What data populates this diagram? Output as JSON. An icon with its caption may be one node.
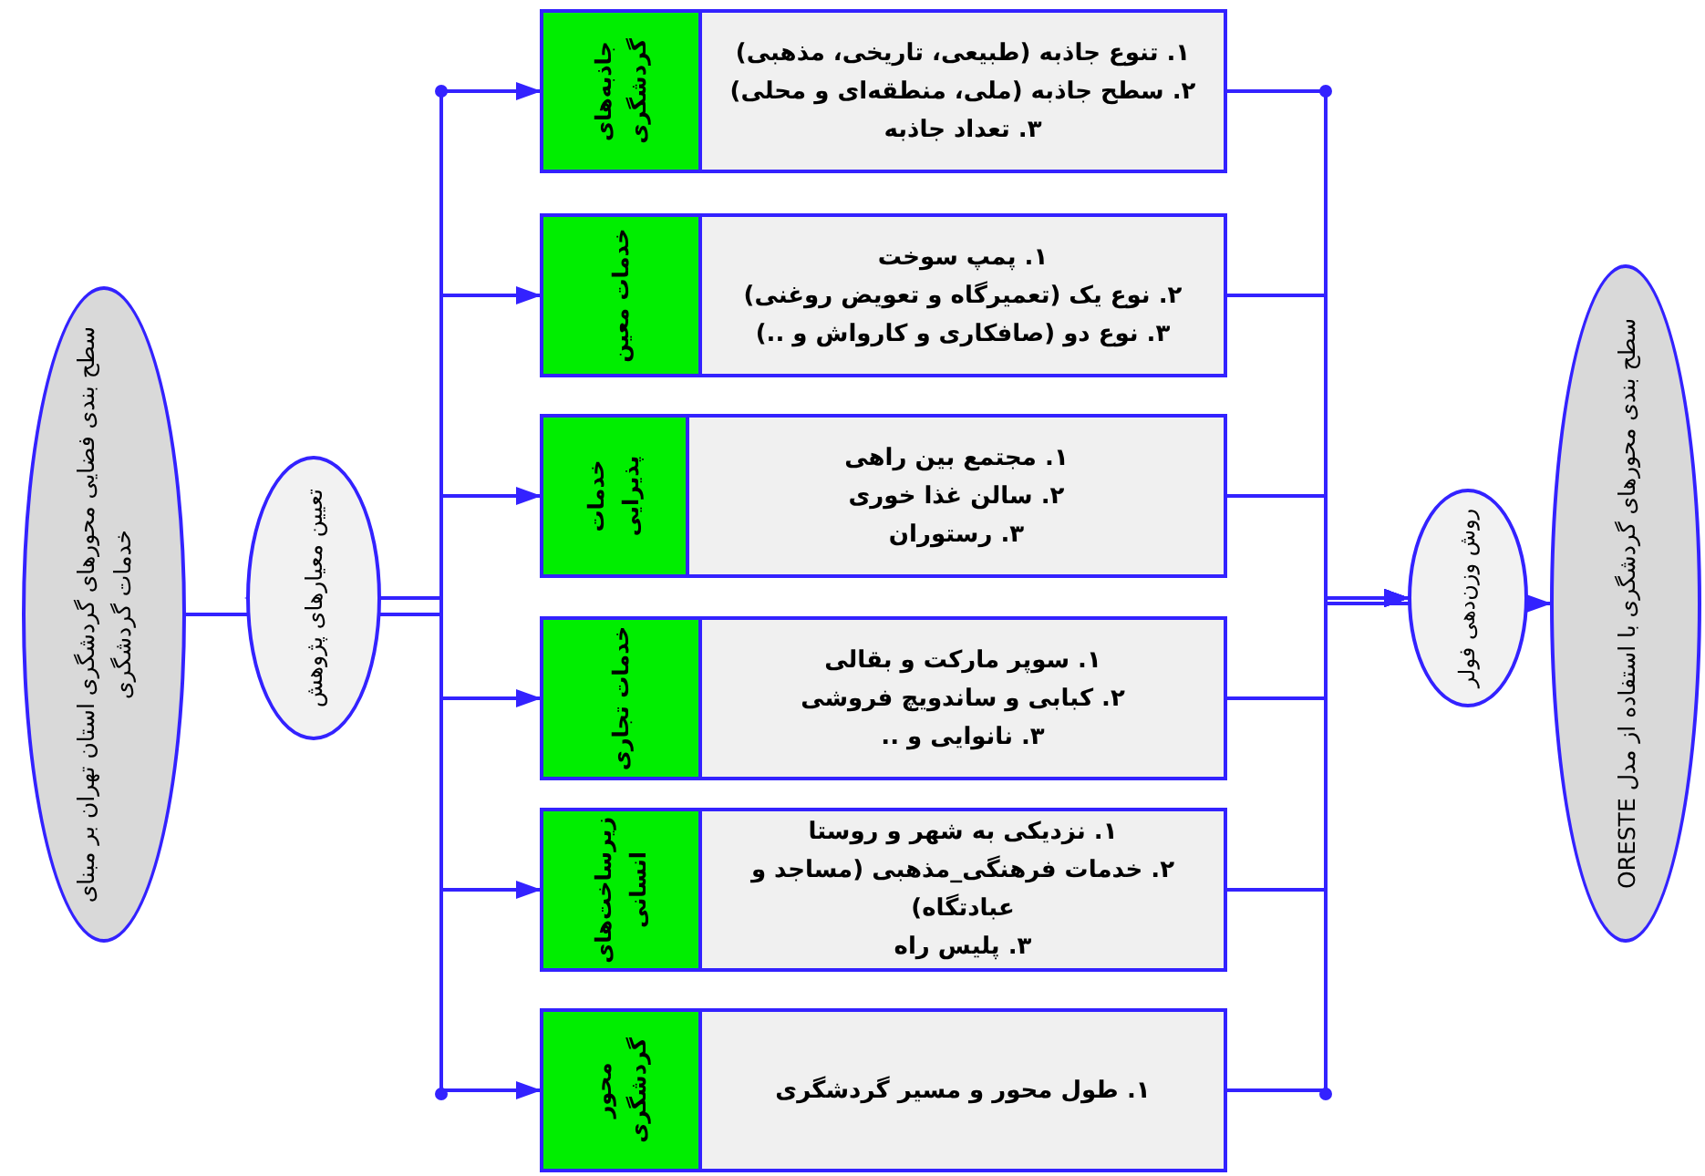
{
  "diagram": {
    "nodes": [
      {
        "text": [
          "سطح بندی فضایی محورهای گردشگری استان تهران بر مبنای خدمات گردشگری"
        ]
      },
      {
        "text": [
          "تعیین معیارهای پژوهش"
        ]
      },
      {
        "text": [
          "جاذبه‌های گردشگری"
        ]
      },
      {
        "text": [
          "۱. تنوع جاذبه (طبیعی، تاریخی، مذهبی)",
          "۲. سطح جاذبه (ملی، منطقه‌ای و محلی)",
          "۳. تعداد جاذبه"
        ]
      },
      {
        "text": [
          "خدمات معین"
        ]
      },
      {
        "text": [
          "۱. پمپ سوخت",
          "۲. نوع یک (تعمیرگاه و تعویض روغنی)",
          "۳. نوع دو (صافکاری و کارواش و ..)"
        ]
      },
      {
        "text": [
          "خدمات پذیرایی"
        ]
      },
      {
        "text": [
          "۱. مجتمع بین راهی",
          "۲. سالن غذا خوری",
          "۳. رستوران"
        ]
      },
      {
        "text": [
          "خدمات تجاری"
        ]
      },
      {
        "text": [
          "۱. سوپر مارکت و بقالی",
          "۲. کبابی و ساندویچ فروشی",
          "۳. نانوایی و .."
        ]
      },
      {
        "text": [
          "زیرساخت‌های انسانی"
        ]
      },
      {
        "text": [
          "۱. نزدیکی به شهر و روستا",
          "۲. خدمات فرهنگی_مذهبی (مساجد و عبادتگاه)",
          "۳. پلیس راه"
        ]
      },
      {
        "text": [
          "محور گردشگری"
        ]
      },
      {
        "text": [
          "۱. طول محور و مسیر گردشگری"
        ]
      },
      {
        "text": [
          "روش وزن‌دهی فولر"
        ]
      },
      {
        "text": [
          "سطح بندی محورهای گردشگری با استفاده از مدل ORESTE"
        ]
      }
    ],
    "edges": [
      {
        "from": 0,
        "to": 1,
        "arrow": "to"
      },
      {
        "from": 1,
        "to": 2,
        "arrow": "to"
      },
      {
        "from": 1,
        "to": 4,
        "arrow": "to"
      },
      {
        "from": 1,
        "to": 6,
        "arrow": "to"
      },
      {
        "from": 1,
        "to": 8,
        "arrow": "to"
      },
      {
        "from": 1,
        "to": 10,
        "arrow": "to"
      },
      {
        "from": 1,
        "to": 12,
        "arrow": "to"
      },
      {
        "from": 3,
        "to": 14,
        "arrow": "to"
      },
      {
        "from": 5,
        "to": 14,
        "arrow": "to"
      },
      {
        "from": 7,
        "to": 14,
        "arrow": "to"
      },
      {
        "from": 9,
        "to": 14,
        "arrow": "to"
      },
      {
        "from": 11,
        "to": 14,
        "arrow": "to"
      },
      {
        "from": 13,
        "to": 14,
        "arrow": "to"
      },
      {
        "from": 14,
        "to": 15,
        "arrow": "to"
      }
    ]
  }
}
